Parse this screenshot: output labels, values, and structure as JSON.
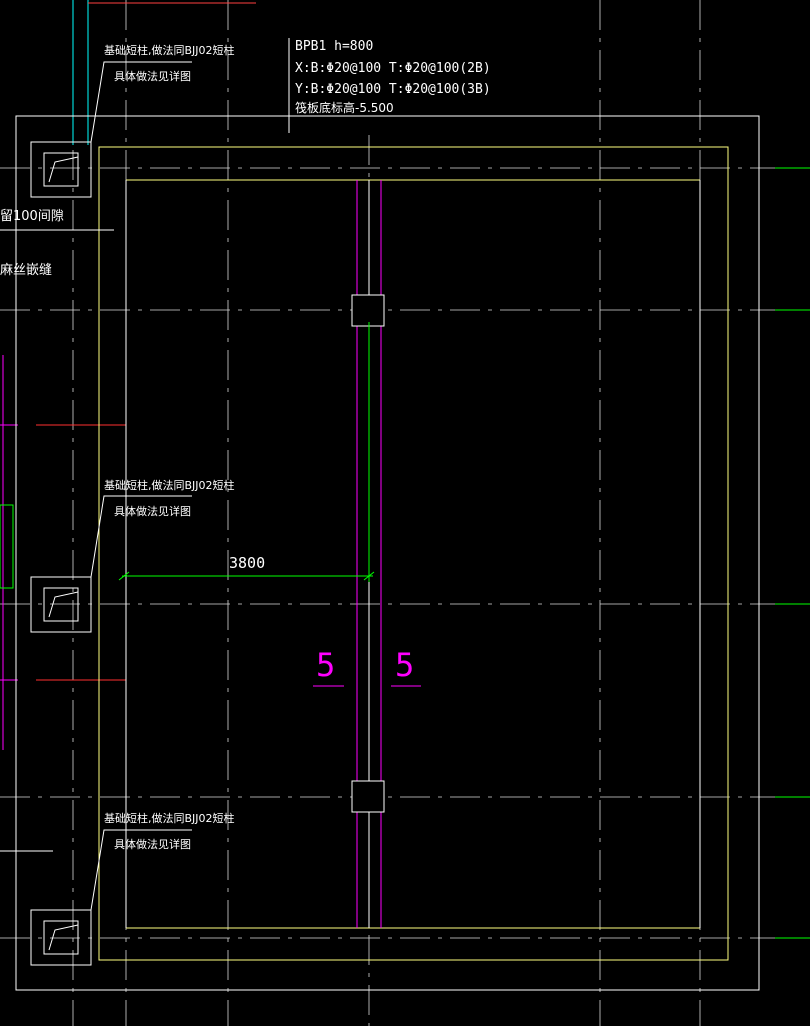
{
  "colors": {
    "background": "#000000",
    "outline": "#ffffff",
    "slab_edge": "#ffff80",
    "axis": "#ffffff",
    "dimension": "#00ff00",
    "cut_line": "#ff00ff",
    "leader": "#00ffff",
    "marker": "#ff0000"
  },
  "slab_label": {
    "line1": "BPB1 h=800",
    "line2": "X:B:Φ20@100  T:Φ20@100(2B)",
    "line3": "Y:B:Φ20@100  T:Φ20@100(3B)",
    "line4": "筏板底标高-5.500"
  },
  "pile_notes": [
    {
      "line1": "基础短柱,做法同BJJ02短柱",
      "line2": "具体做法见详图"
    },
    {
      "line1": "基础短柱,做法同BJJ02短柱",
      "line2": "具体做法见详图"
    },
    {
      "line1": "基础短柱,做法同BJJ02短柱",
      "line2": "具体做法见详图"
    }
  ],
  "left_notes": {
    "gap": "留100间隙",
    "fill": "麻丝嵌缝"
  },
  "dimension": {
    "value": "3800"
  },
  "section_marks": [
    "5",
    "5"
  ]
}
